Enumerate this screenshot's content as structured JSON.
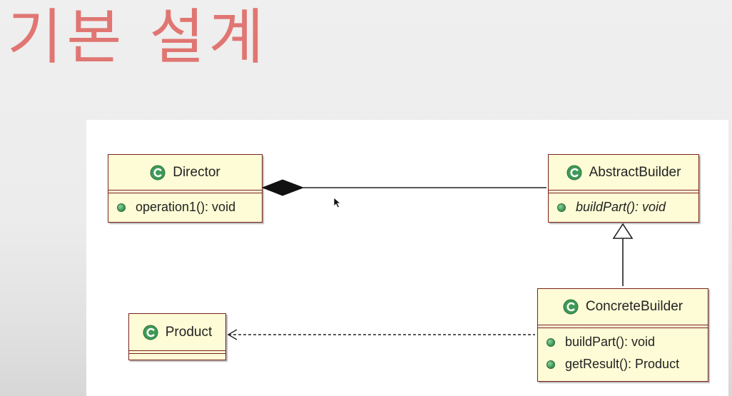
{
  "slide": {
    "title": "기본 설계"
  },
  "diagram": {
    "classes": {
      "director": {
        "name": "Director",
        "methods": [
          "operation1(): void"
        ]
      },
      "abstract_builder": {
        "name": "AbstractBuilder",
        "methods": [
          "buildPart(): void"
        ],
        "abstract_methods": true
      },
      "concrete_builder": {
        "name": "ConcreteBuilder",
        "methods": [
          "buildPart(): void",
          "getResult(): Product"
        ]
      },
      "product": {
        "name": "Product",
        "methods": []
      }
    },
    "relations": [
      {
        "type": "composition",
        "from": "Director",
        "to": "AbstractBuilder"
      },
      {
        "type": "generalization",
        "from": "ConcreteBuilder",
        "to": "AbstractBuilder"
      },
      {
        "type": "dependency",
        "from": "ConcreteBuilder",
        "to": "Product"
      }
    ],
    "colors": {
      "title": "#e07672",
      "class_fill": "#fdfcd6",
      "class_border": "#7b2020",
      "class_icon": "#3f9a57",
      "method_dot": "#3f9a57",
      "line": "#222222"
    }
  }
}
